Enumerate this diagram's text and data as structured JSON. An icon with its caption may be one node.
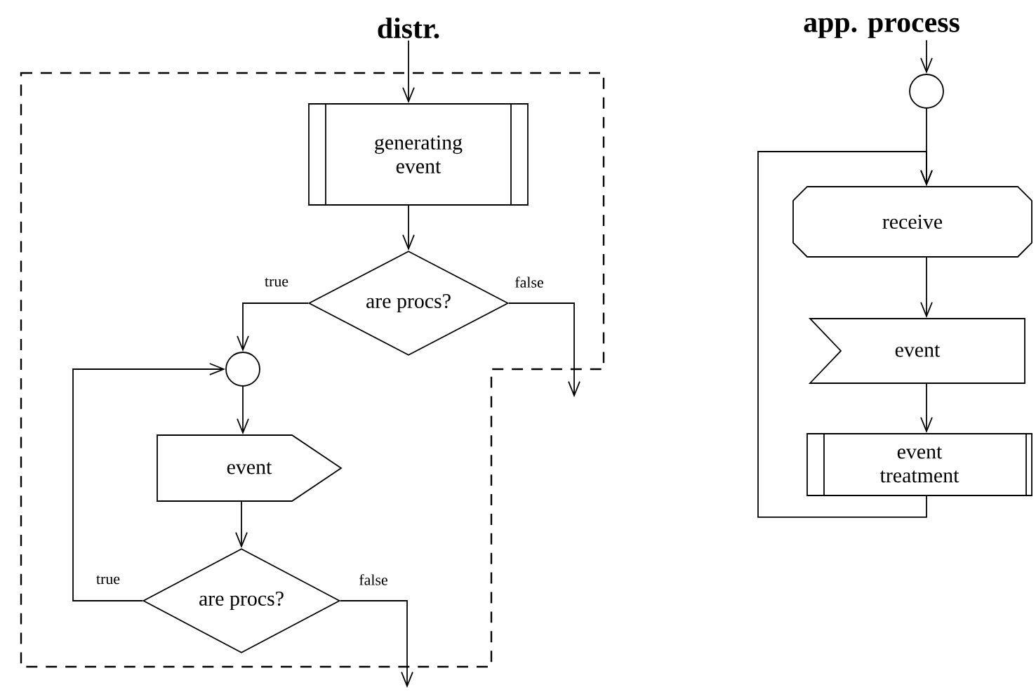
{
  "diagram": {
    "nodes": [
      {
        "text": [
          "distr."
        ]
      },
      {
        "text": [
          "generating event"
        ]
      },
      {
        "text": [
          "are procs?"
        ]
      },
      {
        "text": [],
        "shape": "circle"
      },
      {
        "text": [
          "event"
        ]
      },
      {
        "text": [
          "are procs?"
        ]
      },
      {
        "text": [
          "app. process"
        ]
      },
      {
        "text": [],
        "shape": "circle"
      },
      {
        "text": [
          "receive"
        ]
      },
      {
        "text": [
          "event"
        ]
      },
      {
        "text": [
          "event treatment"
        ]
      }
    ],
    "edges": [
      {
        "from": 0,
        "to": 1,
        "arrow": "to"
      },
      {
        "from": 1,
        "to": 2,
        "arrow": "to"
      },
      {
        "from": 2,
        "to": 3,
        "arrow": "to",
        "label": "true"
      },
      {
        "from": 2,
        "to": null,
        "arrow": "to",
        "label": "false"
      },
      {
        "from": 3,
        "to": 4,
        "arrow": "to"
      },
      {
        "from": 4,
        "to": 5,
        "arrow": "to"
      },
      {
        "from": 5,
        "to": 3,
        "arrow": "to",
        "label": "true"
      },
      {
        "from": 5,
        "to": null,
        "arrow": "to",
        "label": "false"
      },
      {
        "from": 6,
        "to": 7,
        "arrow": "to"
      },
      {
        "from": 7,
        "to": 8,
        "arrow": "to"
      },
      {
        "from": 8,
        "to": 9,
        "arrow": "to"
      },
      {
        "from": 9,
        "to": 10,
        "arrow": "to"
      },
      {
        "from": 10,
        "to": 8,
        "arrow": "to"
      }
    ]
  }
}
